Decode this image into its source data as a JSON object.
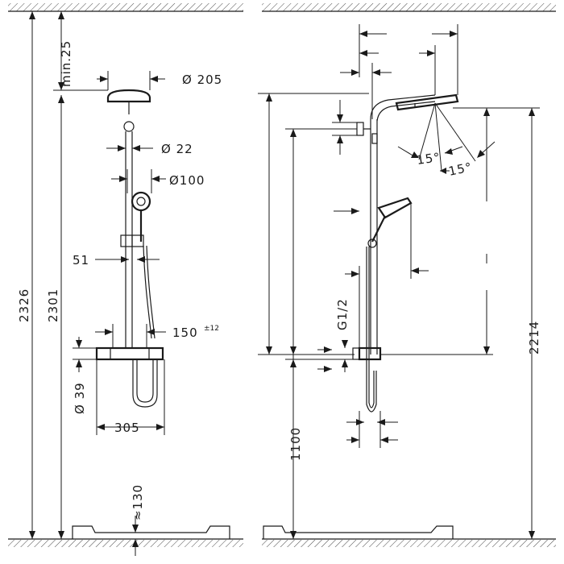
{
  "front_view": {
    "head_diameter": "Ø 205",
    "min_distance": "min.25",
    "pipe_diameter": "Ø 22",
    "handshower_diameter": "Ø100",
    "holder_offset": "51",
    "total_height": "2326",
    "head_height": "2301",
    "spacing_value": "150",
    "spacing_tolerance": "±12",
    "connection_diameter": "Ø 39",
    "mixer_width": "305",
    "tray_gap": "≈130"
  },
  "side_view": {
    "thread": "G1/2",
    "mixer_height": "1100",
    "head_height": "2214",
    "tilt_angle_1": "15°",
    "tilt_angle_2": "15°"
  }
}
